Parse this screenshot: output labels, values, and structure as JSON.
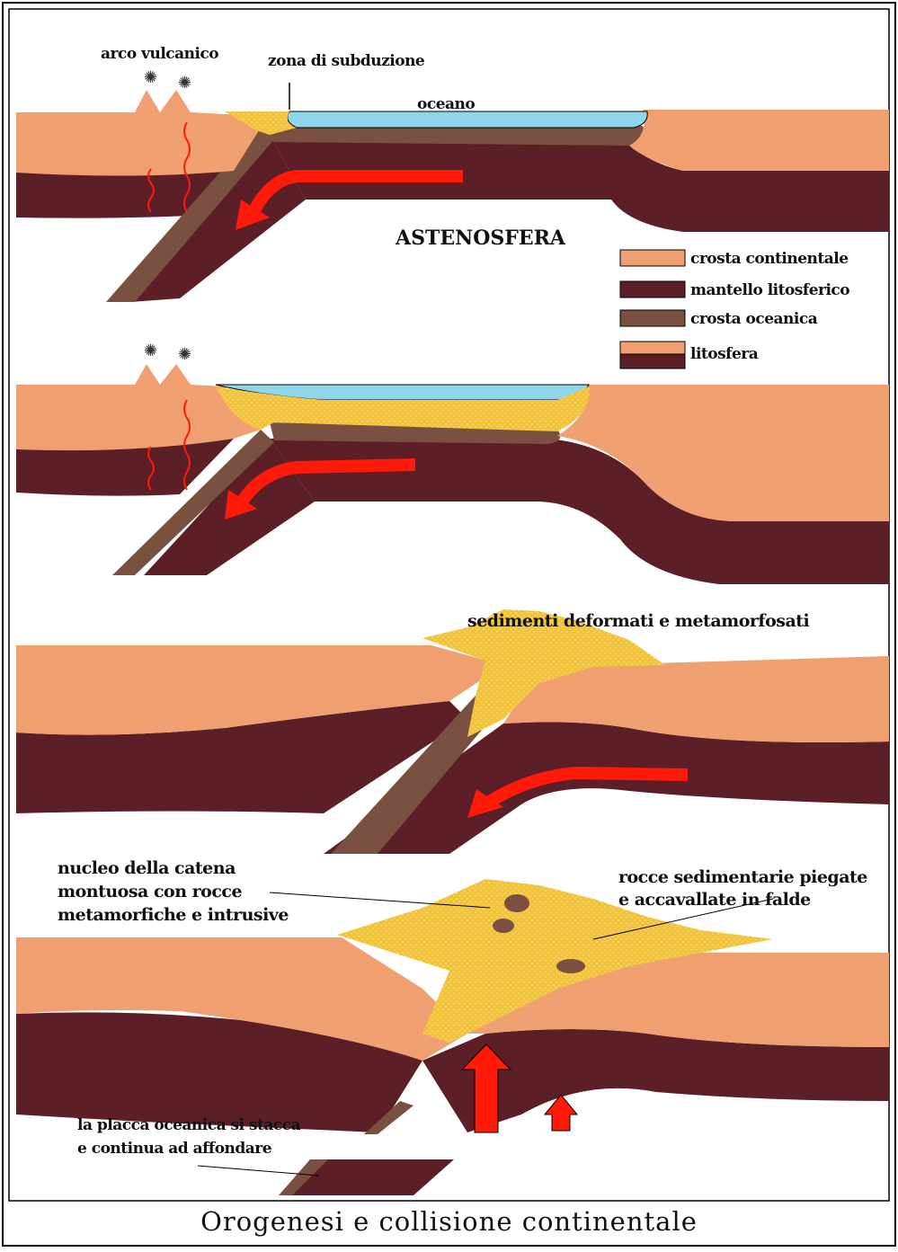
{
  "labels": {
    "volcanic_arc": "arco vulcanico",
    "subduction_zone": "zona di subduzione",
    "ocean": "oceano",
    "asthenosphere": "ASTENOSFERA",
    "deformed_sediments": "sedimenti deformati e metamorfosati",
    "chain_core_1": "nucleo della catena",
    "chain_core_2": "montuosa con rocce",
    "chain_core_3": "metamorfiche e intrusive",
    "folded_rocks_1": "rocce sedimentarie piegate",
    "folded_rocks_2": "e accavallate in falde",
    "slab_1": "la placca oceanica si stacca",
    "slab_2": "e continua ad affondare"
  },
  "legend": [
    {
      "label": "crosta continentale",
      "color": "#f0a070"
    },
    {
      "label": "mantello litosferico",
      "color": "#5c1f28"
    },
    {
      "label": "crosta oceanica",
      "color": "#7a5040"
    },
    {
      "label": "litosfera",
      "colors": [
        "#f0a070",
        "#5c1f28"
      ]
    }
  ],
  "colors": {
    "continental_crust": "#f0a070",
    "lithospheric_mantle": "#5c1f28",
    "oceanic_crust": "#7a5040",
    "ocean": "#8fd6ec",
    "sediments": "#f2c33a",
    "arrow": "#ff1a0a"
  },
  "caption": "Orogenesi e collisione continentale"
}
